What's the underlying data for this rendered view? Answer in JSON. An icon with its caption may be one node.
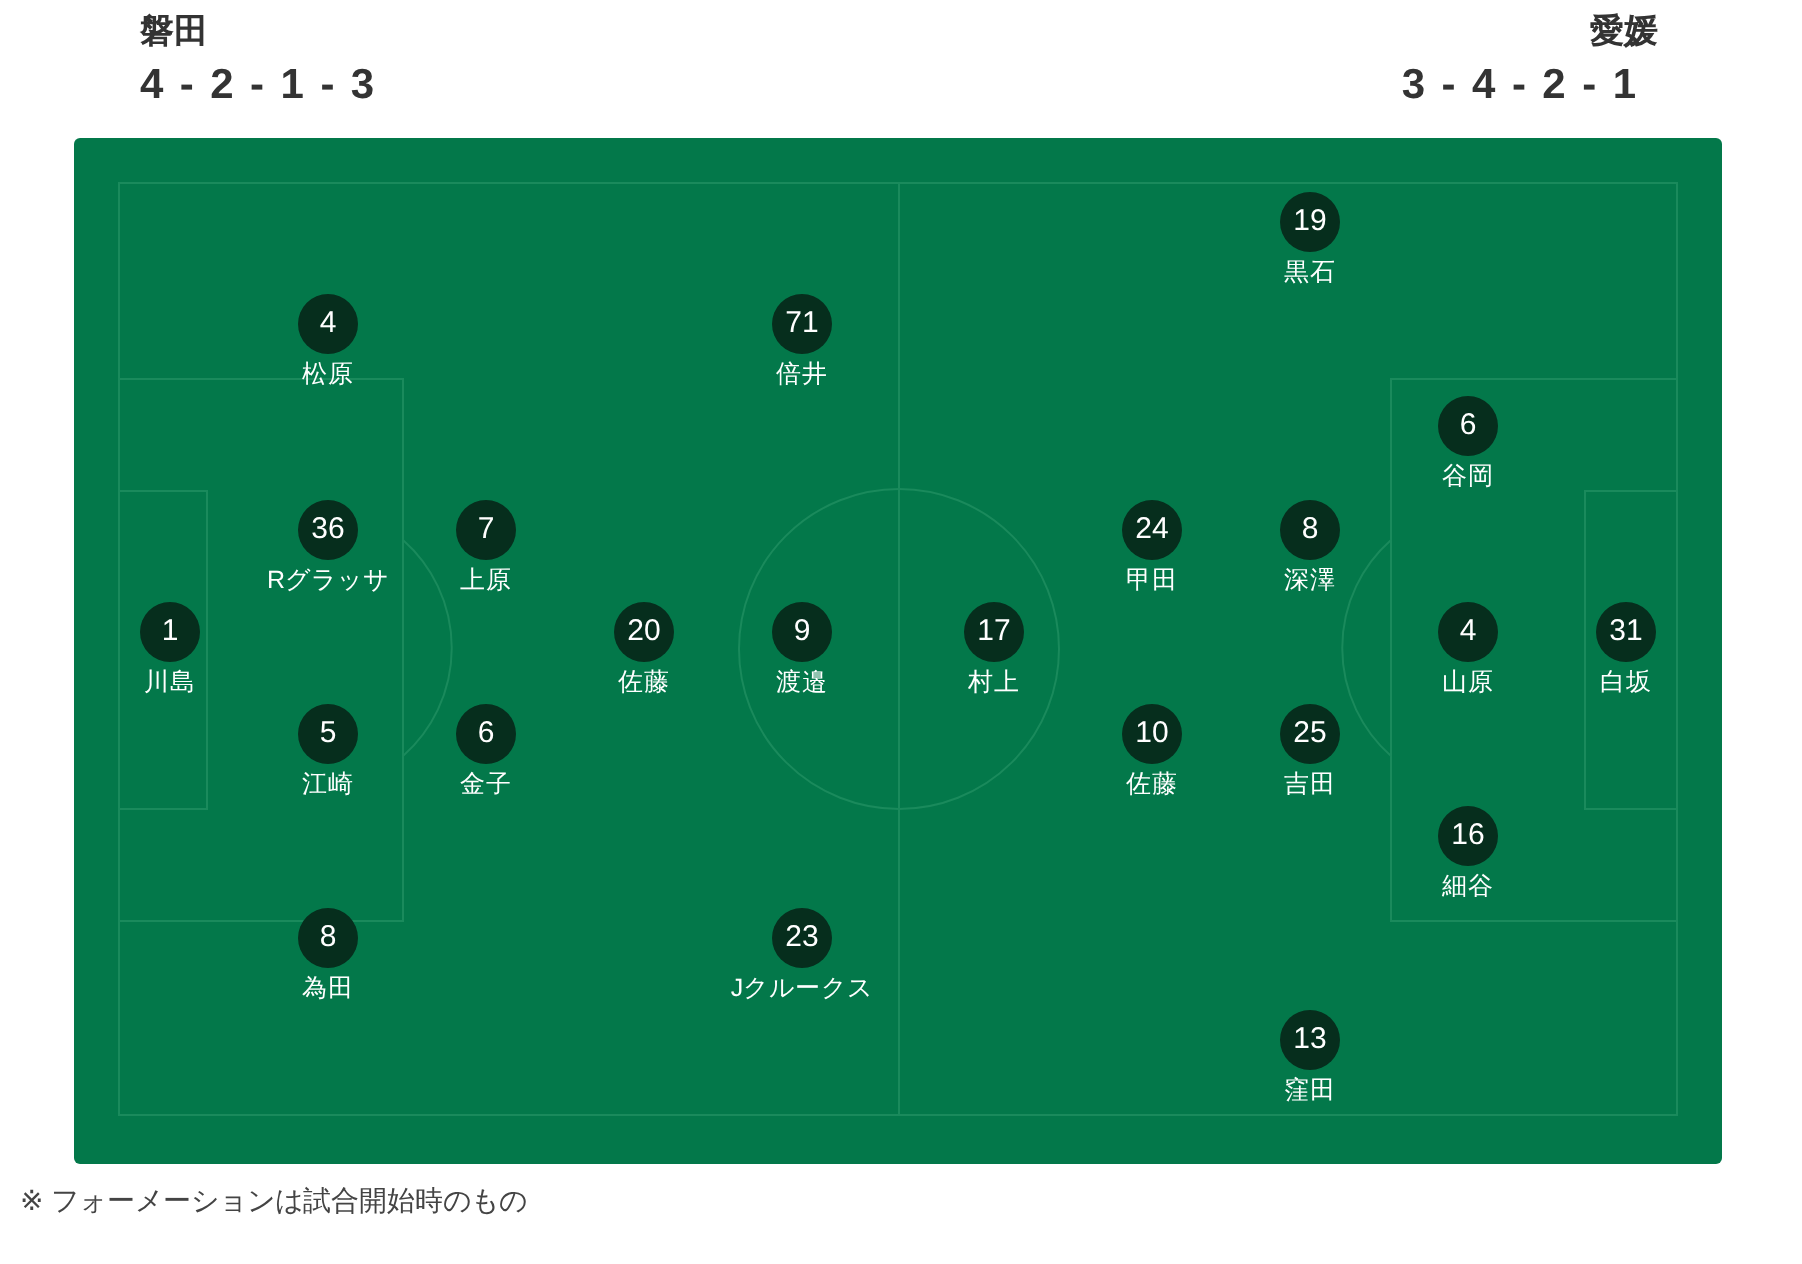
{
  "diagram": {
    "caption": "※ フォーメーションは試合開始時のもの",
    "labels": [
      "磐田",
      "4 - 2 - 1 - 3",
      "愛媛",
      "3 - 4 - 2 - 1"
    ],
    "nodes": [
      {
        "text": [
          "1"
        ],
        "beside": [
          "川島"
        ]
      },
      {
        "text": [
          "4"
        ],
        "beside": [
          "松原"
        ]
      },
      {
        "text": [
          "36"
        ],
        "beside": [
          "Rグラッサ"
        ]
      },
      {
        "text": [
          "5"
        ],
        "beside": [
          "江崎"
        ]
      },
      {
        "text": [
          "8"
        ],
        "beside": [
          "為田"
        ]
      },
      {
        "text": [
          "7"
        ],
        "beside": [
          "上原"
        ]
      },
      {
        "text": [
          "6"
        ],
        "beside": [
          "金子"
        ]
      },
      {
        "text": [
          "20"
        ],
        "beside": [
          "佐藤"
        ]
      },
      {
        "text": [
          "71"
        ],
        "beside": [
          "倍井"
        ]
      },
      {
        "text": [
          "9"
        ],
        "beside": [
          "渡邉"
        ]
      },
      {
        "text": [
          "23"
        ],
        "beside": [
          "Jクルークス"
        ]
      },
      {
        "text": [
          "17"
        ],
        "beside": [
          "村上"
        ]
      },
      {
        "text": [
          "24"
        ],
        "beside": [
          "甲田"
        ]
      },
      {
        "text": [
          "10"
        ],
        "beside": [
          "佐藤"
        ]
      },
      {
        "text": [
          "19"
        ],
        "beside": [
          "黒石"
        ]
      },
      {
        "text": [
          "8"
        ],
        "beside": [
          "深澤"
        ]
      },
      {
        "text": [
          "25"
        ],
        "beside": [
          "吉田"
        ]
      },
      {
        "text": [
          "13"
        ],
        "beside": [
          "窪田"
        ]
      },
      {
        "text": [
          "6"
        ],
        "beside": [
          "谷岡"
        ]
      },
      {
        "text": [
          "4"
        ],
        "beside": [
          "山原"
        ]
      },
      {
        "text": [
          "16"
        ],
        "beside": [
          "細谷"
        ]
      },
      {
        "text": [
          "31"
        ],
        "beside": [
          "白坂"
        ]
      }
    ]
  }
}
